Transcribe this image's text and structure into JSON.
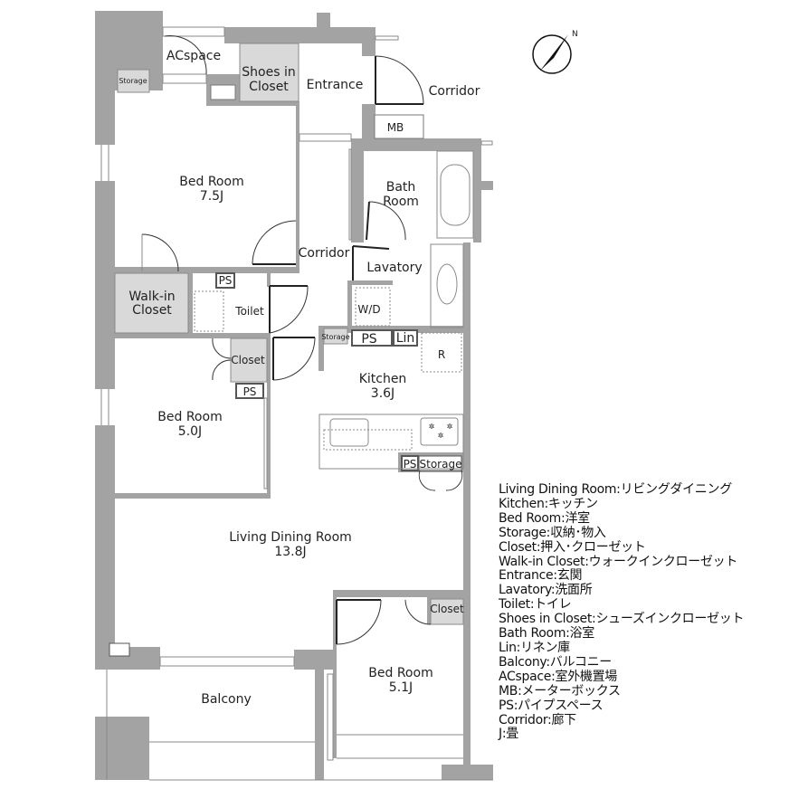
{
  "compass": {
    "label": "N"
  },
  "rooms": {
    "acspace": "ACspace",
    "storage_top": "Storage",
    "shoes_closet_1": "Shoes in",
    "shoes_closet_2": "Closet",
    "entrance": "Entrance",
    "corridor_outer": "Corridor",
    "mb": "MB",
    "bath_1": "Bath",
    "bath_2": "Room",
    "bedroom1_name": "Bed Room",
    "bedroom1_size": "7.5J",
    "corridor_inner": "Corridor",
    "lavatory": "Lavatory",
    "walkin_1": "Walk-in",
    "walkin_2": "Closet",
    "ps_toilet": "PS",
    "toilet": "Toilet",
    "wd": "W/D",
    "storage_small": "Storage",
    "ps_lav": "PS",
    "lin": "Lin",
    "fridge": "R",
    "closet_bed2": "Closet",
    "ps_bed2": "PS",
    "kitchen_name": "Kitchen",
    "kitchen_size": "3.6J",
    "bedroom2_name": "Bed Room",
    "bedroom2_size": "5.0J",
    "ps_kitchen": "PS",
    "storage_kitchen": "Storage",
    "ldr_name": "Living Dining Room",
    "ldr_size": "13.8J",
    "closet_bed3": "Closet",
    "bedroom3_name": "Bed Room",
    "bedroom3_size": "5.1J",
    "balcony": "Balcony"
  },
  "legend": [
    "Living Dining Room:リビングダイニング",
    "Kitchen:キッチン",
    "Bed Room:洋室",
    "Storage:収納･物入",
    "Closet:押入･クローゼット",
    "Walk-in Closet:ウォークインクローゼット",
    "Entrance:玄関",
    "Lavatory:洗面所",
    "Toilet:トイレ",
    "Shoes in Closet:シューズインクローゼット",
    "Bath Room:浴室",
    "Lin:リネン庫",
    "Balcony:バルコニー",
    "ACspace:室外機置場",
    "MB:メーターボックス",
    "PS:パイプスペース",
    "Corridor:廊下",
    "J:畳"
  ],
  "colors": {
    "wall": "#a3a3a3",
    "closet": "#d9d9d9"
  }
}
